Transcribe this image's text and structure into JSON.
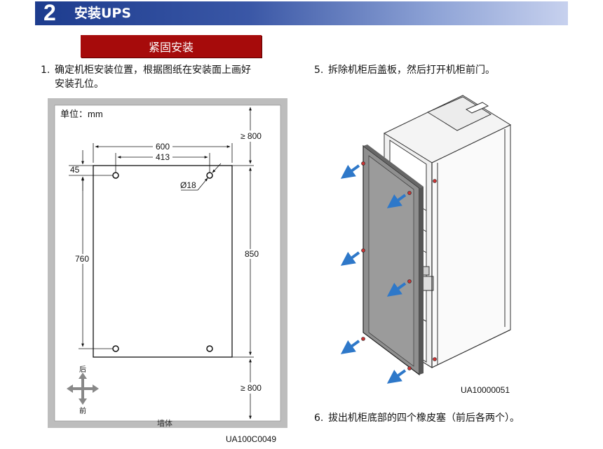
{
  "header": {
    "number": "2",
    "title": "安装UPS"
  },
  "subsection": {
    "label": "紧固安装"
  },
  "steps": [
    {
      "num": "1.",
      "lines": [
        "确定机柜安装位置，根据图纸在安装面上画好",
        "安装孔位。"
      ]
    },
    {
      "num": "5.",
      "lines": [
        "拆除机柜后盖板，然后打开机柜前门。"
      ]
    },
    {
      "num": "6.",
      "lines": [
        "拔出机柜底部的四个橡皮塞（前后各两个）。"
      ]
    }
  ],
  "drawing_left": {
    "unit_label": "单位：mm",
    "dim_top_clearance": "≥ 800",
    "dim_bottom_clearance": "≥ 800",
    "dim_outer_width": "600",
    "dim_hole_spacing_x": "413",
    "dim_hole_offset_y": "45",
    "dim_hole_diameter": "Ø18",
    "dim_hole_spacing_y": "760",
    "dim_depth": "850",
    "compass_back": "后",
    "compass_front": "前",
    "wall_label": "墙体",
    "figure_code": "UA100C0049"
  },
  "drawing_right": {
    "figure_code": "UA10000051"
  },
  "colors": {
    "header_blue": "#1d3c8e",
    "badge_red": "#a60b0b",
    "wall_gray": "#bdbdbd",
    "arrow_blue": "#2e78c9",
    "door_gray": "#8f8f8f"
  }
}
